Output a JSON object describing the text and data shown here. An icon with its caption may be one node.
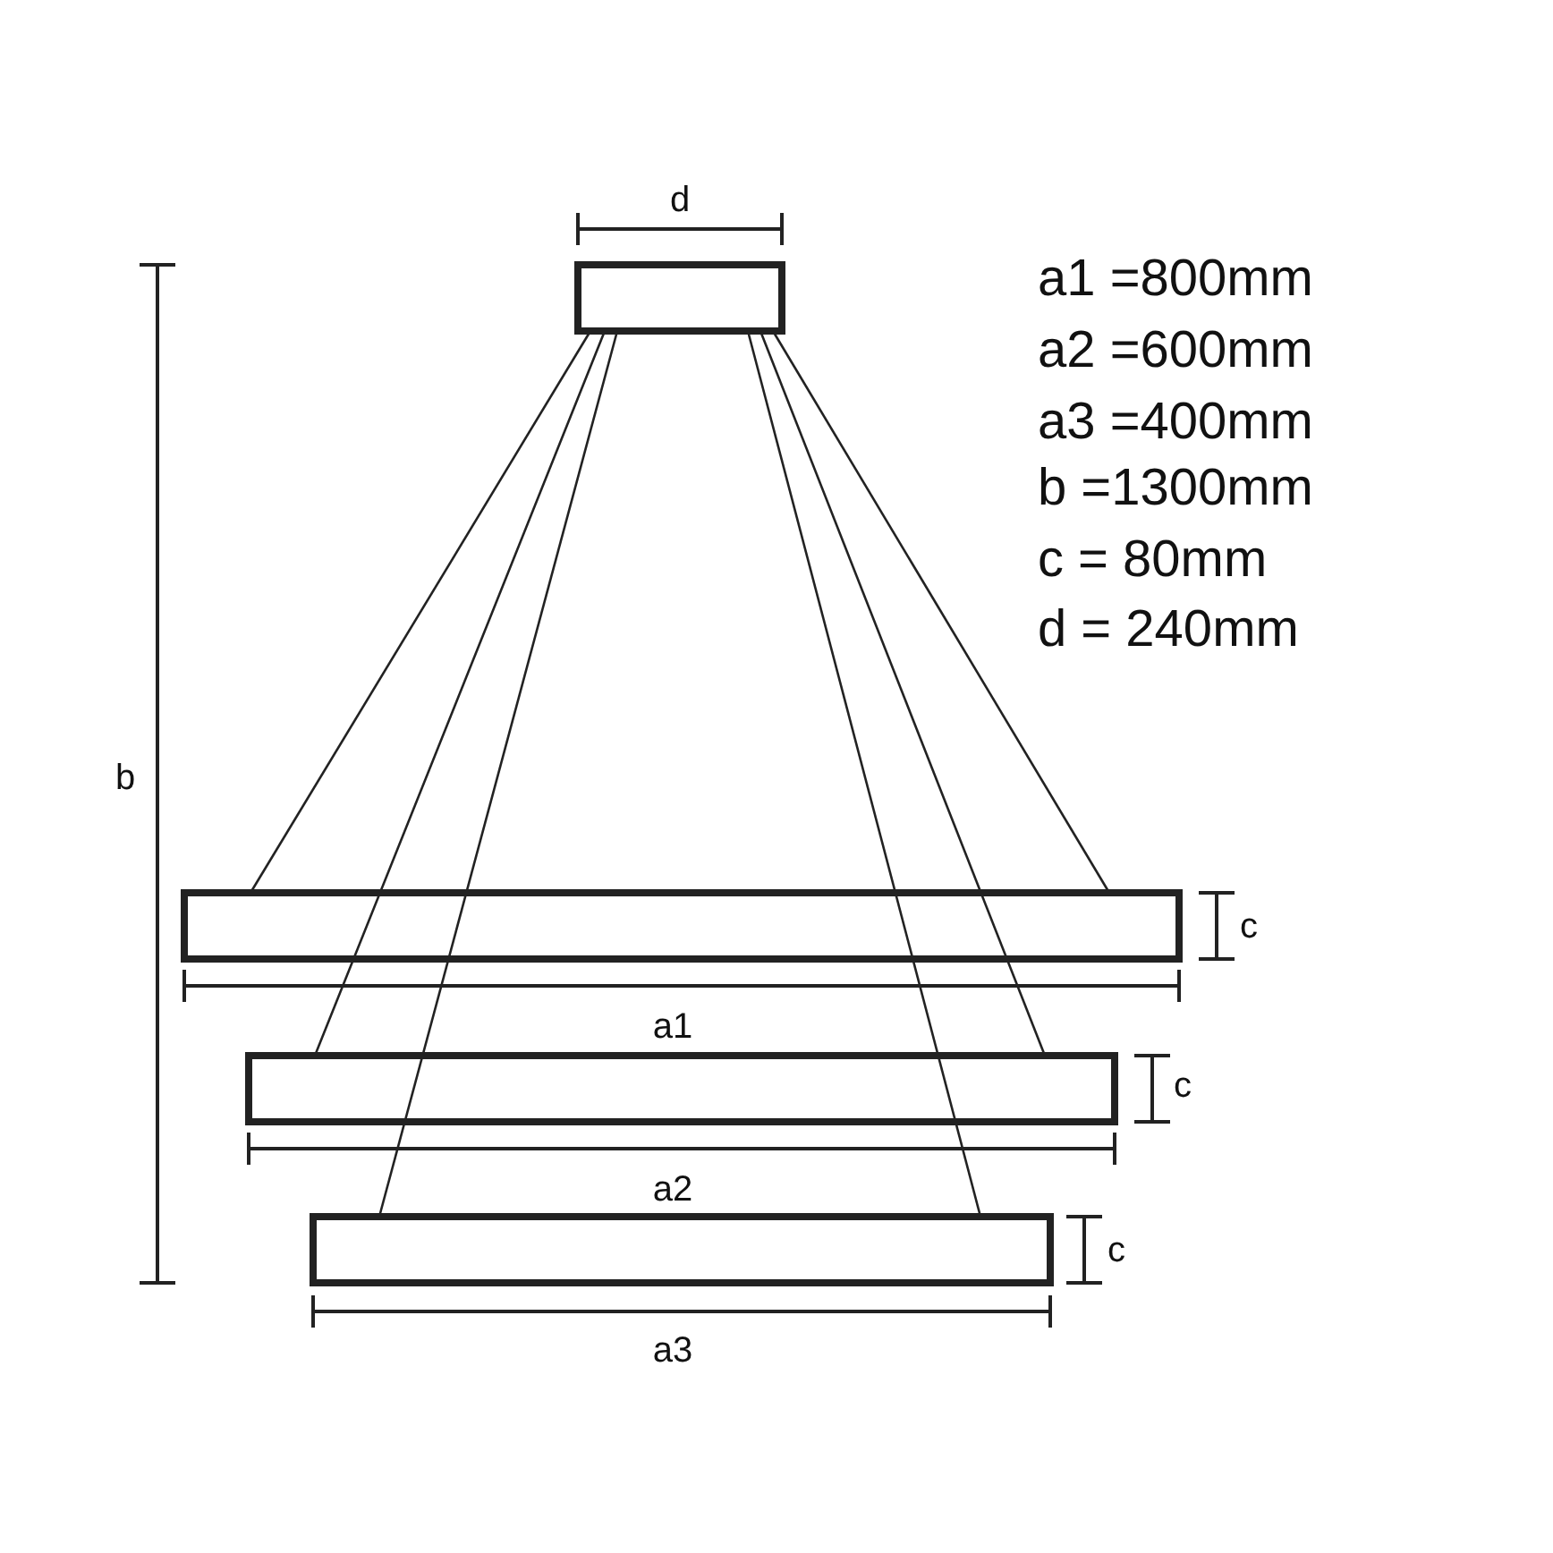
{
  "diagram": {
    "labels": [
      "d",
      "a1 =800mm",
      "a2 =600mm",
      "a3 =400mm",
      "b =1300mm",
      "c = 80mm",
      "d = 240mm",
      "b",
      "c",
      "a1",
      "c",
      "a2",
      "c",
      "a3"
    ]
  }
}
